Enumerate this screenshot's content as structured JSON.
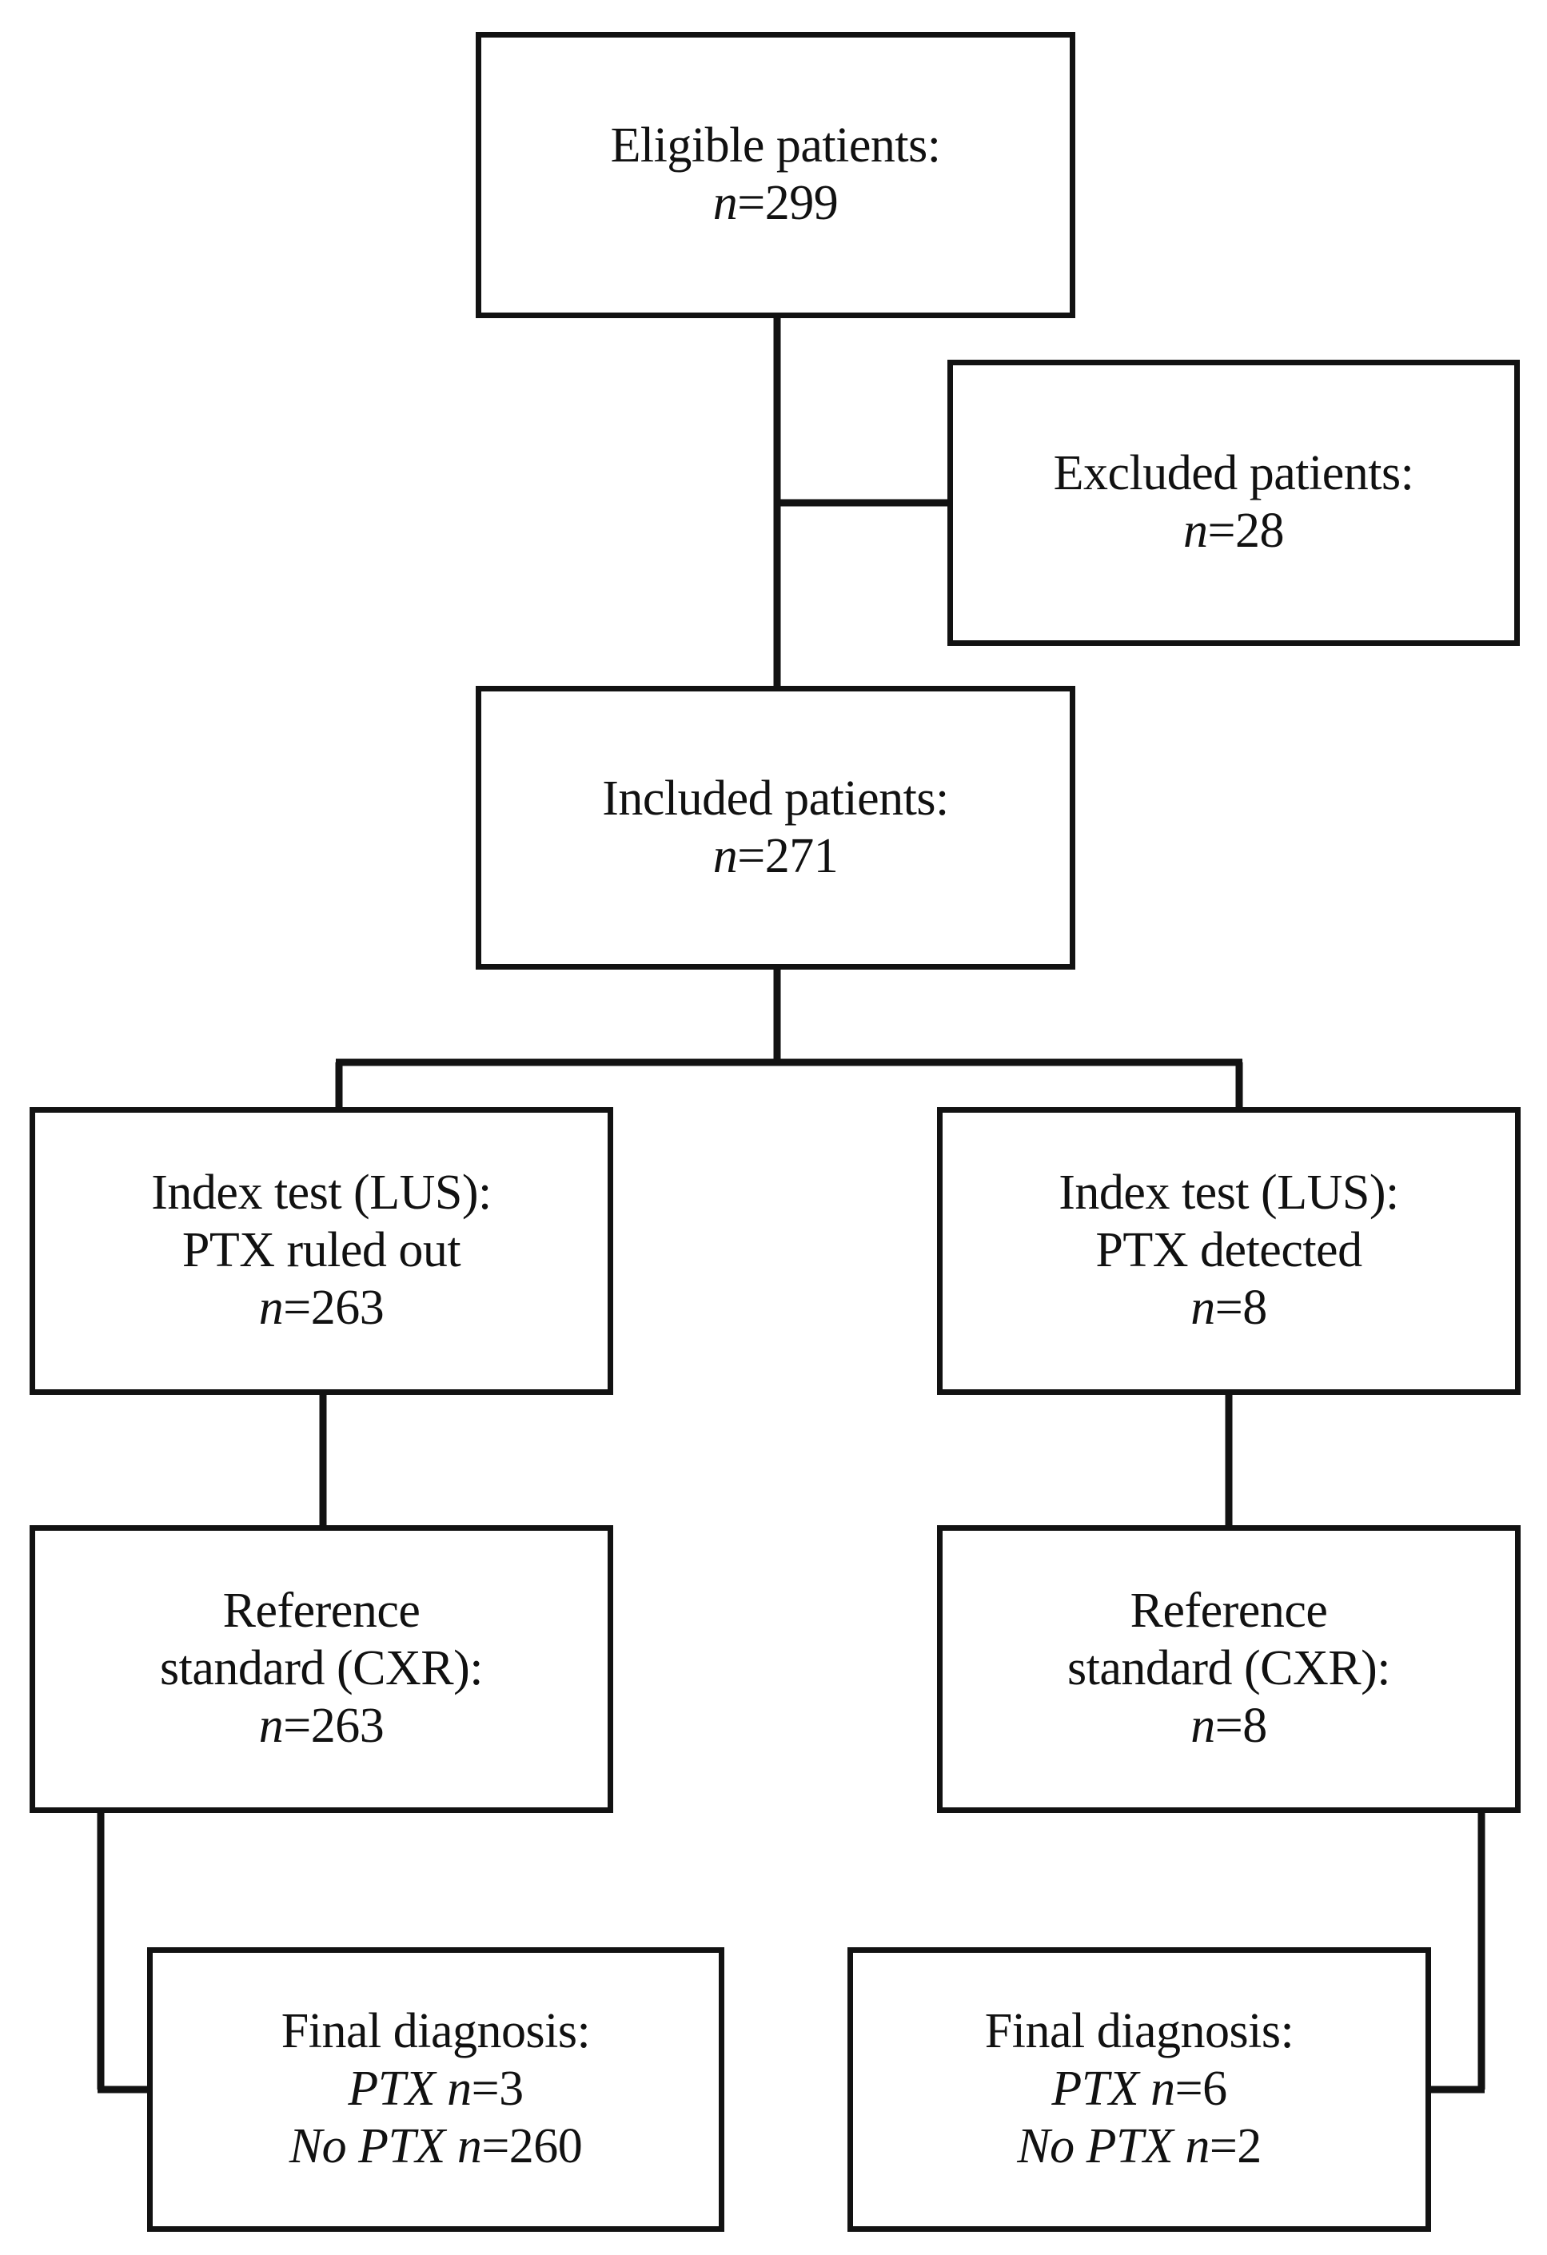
{
  "figure": {
    "type": "flowchart",
    "orientation": "top-down",
    "background_color": "#ffffff",
    "line_color": "#121212",
    "text_color": "#111111"
  },
  "nodes": {
    "eligible": {
      "id": "eligible",
      "lines": [
        "Eligible patients:",
        "n=299"
      ],
      "label": "Eligible patients",
      "count": 299
    },
    "excluded": {
      "id": "excluded",
      "lines": [
        "Excluded patients:",
        "n=28"
      ],
      "label": "Excluded patients",
      "count": 28
    },
    "included": {
      "id": "included",
      "lines": [
        "Included patients:",
        "n=271"
      ],
      "label": "Included patients",
      "count": 271
    },
    "index_left": {
      "id": "index-test-ruled-out",
      "lines": [
        "Index test (LUS):",
        "PTX ruled out",
        "n=263"
      ],
      "label": "Index test (LUS): PTX ruled out",
      "count": 263
    },
    "index_right": {
      "id": "index-test-detected",
      "lines": [
        "Index test (LUS):",
        "PTX detected",
        "n=8"
      ],
      "label": "Index test (LUS): PTX detected",
      "count": 8
    },
    "ref_left": {
      "id": "reference-standard-left",
      "lines": [
        "Reference",
        "standard (CXR):",
        "n=263"
      ],
      "label": "Reference standard (CXR)",
      "count": 263
    },
    "ref_right": {
      "id": "reference-standard-right",
      "lines": [
        "Reference",
        "standard (CXR):",
        "n=8"
      ],
      "label": "Reference standard (CXR)",
      "count": 8
    },
    "final_left": {
      "id": "final-diagnosis-left",
      "lines": [
        "Final diagnosis:",
        "PTX n=3",
        "No PTX n=260"
      ],
      "label": "Final diagnosis",
      "ptx": 3,
      "no_ptx": 260
    },
    "final_right": {
      "id": "final-diagnosis-right",
      "lines": [
        "Final diagnosis:",
        "PTX n=6",
        "No PTX n=2"
      ],
      "label": "Final diagnosis",
      "ptx": 6,
      "no_ptx": 2
    }
  },
  "edges": [
    {
      "from": "eligible",
      "to": "excluded",
      "style": "elbow-right"
    },
    {
      "from": "eligible",
      "to": "included",
      "style": "straight-down"
    },
    {
      "from": "included",
      "to": "index_left",
      "style": "split-left"
    },
    {
      "from": "included",
      "to": "index_right",
      "style": "split-right"
    },
    {
      "from": "index_left",
      "to": "ref_left",
      "style": "straight-down"
    },
    {
      "from": "index_right",
      "to": "ref_right",
      "style": "straight-down"
    },
    {
      "from": "ref_left",
      "to": "final_left",
      "style": "elbow-left-down-right"
    },
    {
      "from": "ref_right",
      "to": "final_right",
      "style": "elbow-right-down-left"
    }
  ]
}
